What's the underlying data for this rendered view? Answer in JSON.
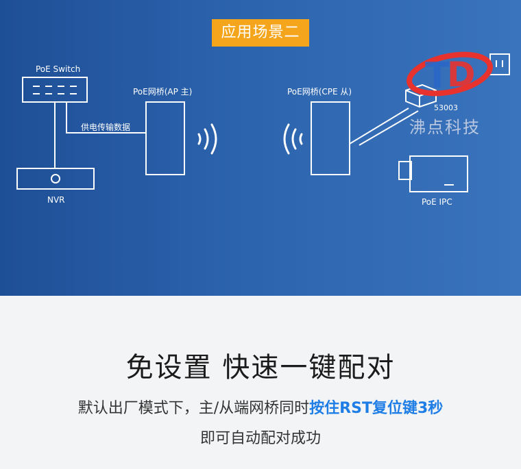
{
  "scene_badge": "应用场景二",
  "diagram": {
    "poe_switch_label": "PoE Switch",
    "power_data_label": "供电传输数据",
    "nvr_label": "NVR",
    "ap_label": "PoE网桥(AP 主)",
    "cpe_label": "PoE网桥(CPE 从)",
    "ipc_label": "PoE IPC",
    "watermark_code": "53003",
    "watermark_text": "沸点科技"
  },
  "headline": "免设置 快速一键配对",
  "description": {
    "line1_prefix": "默认出厂模式下，主/从端网桥同时",
    "line1_highlight": "按住RST复位键3秒",
    "line2": "即可自动配对成功"
  },
  "colors": {
    "badge": "#f4a51c",
    "highlight": "#1f7ee6",
    "panel": "#2c63ad"
  }
}
